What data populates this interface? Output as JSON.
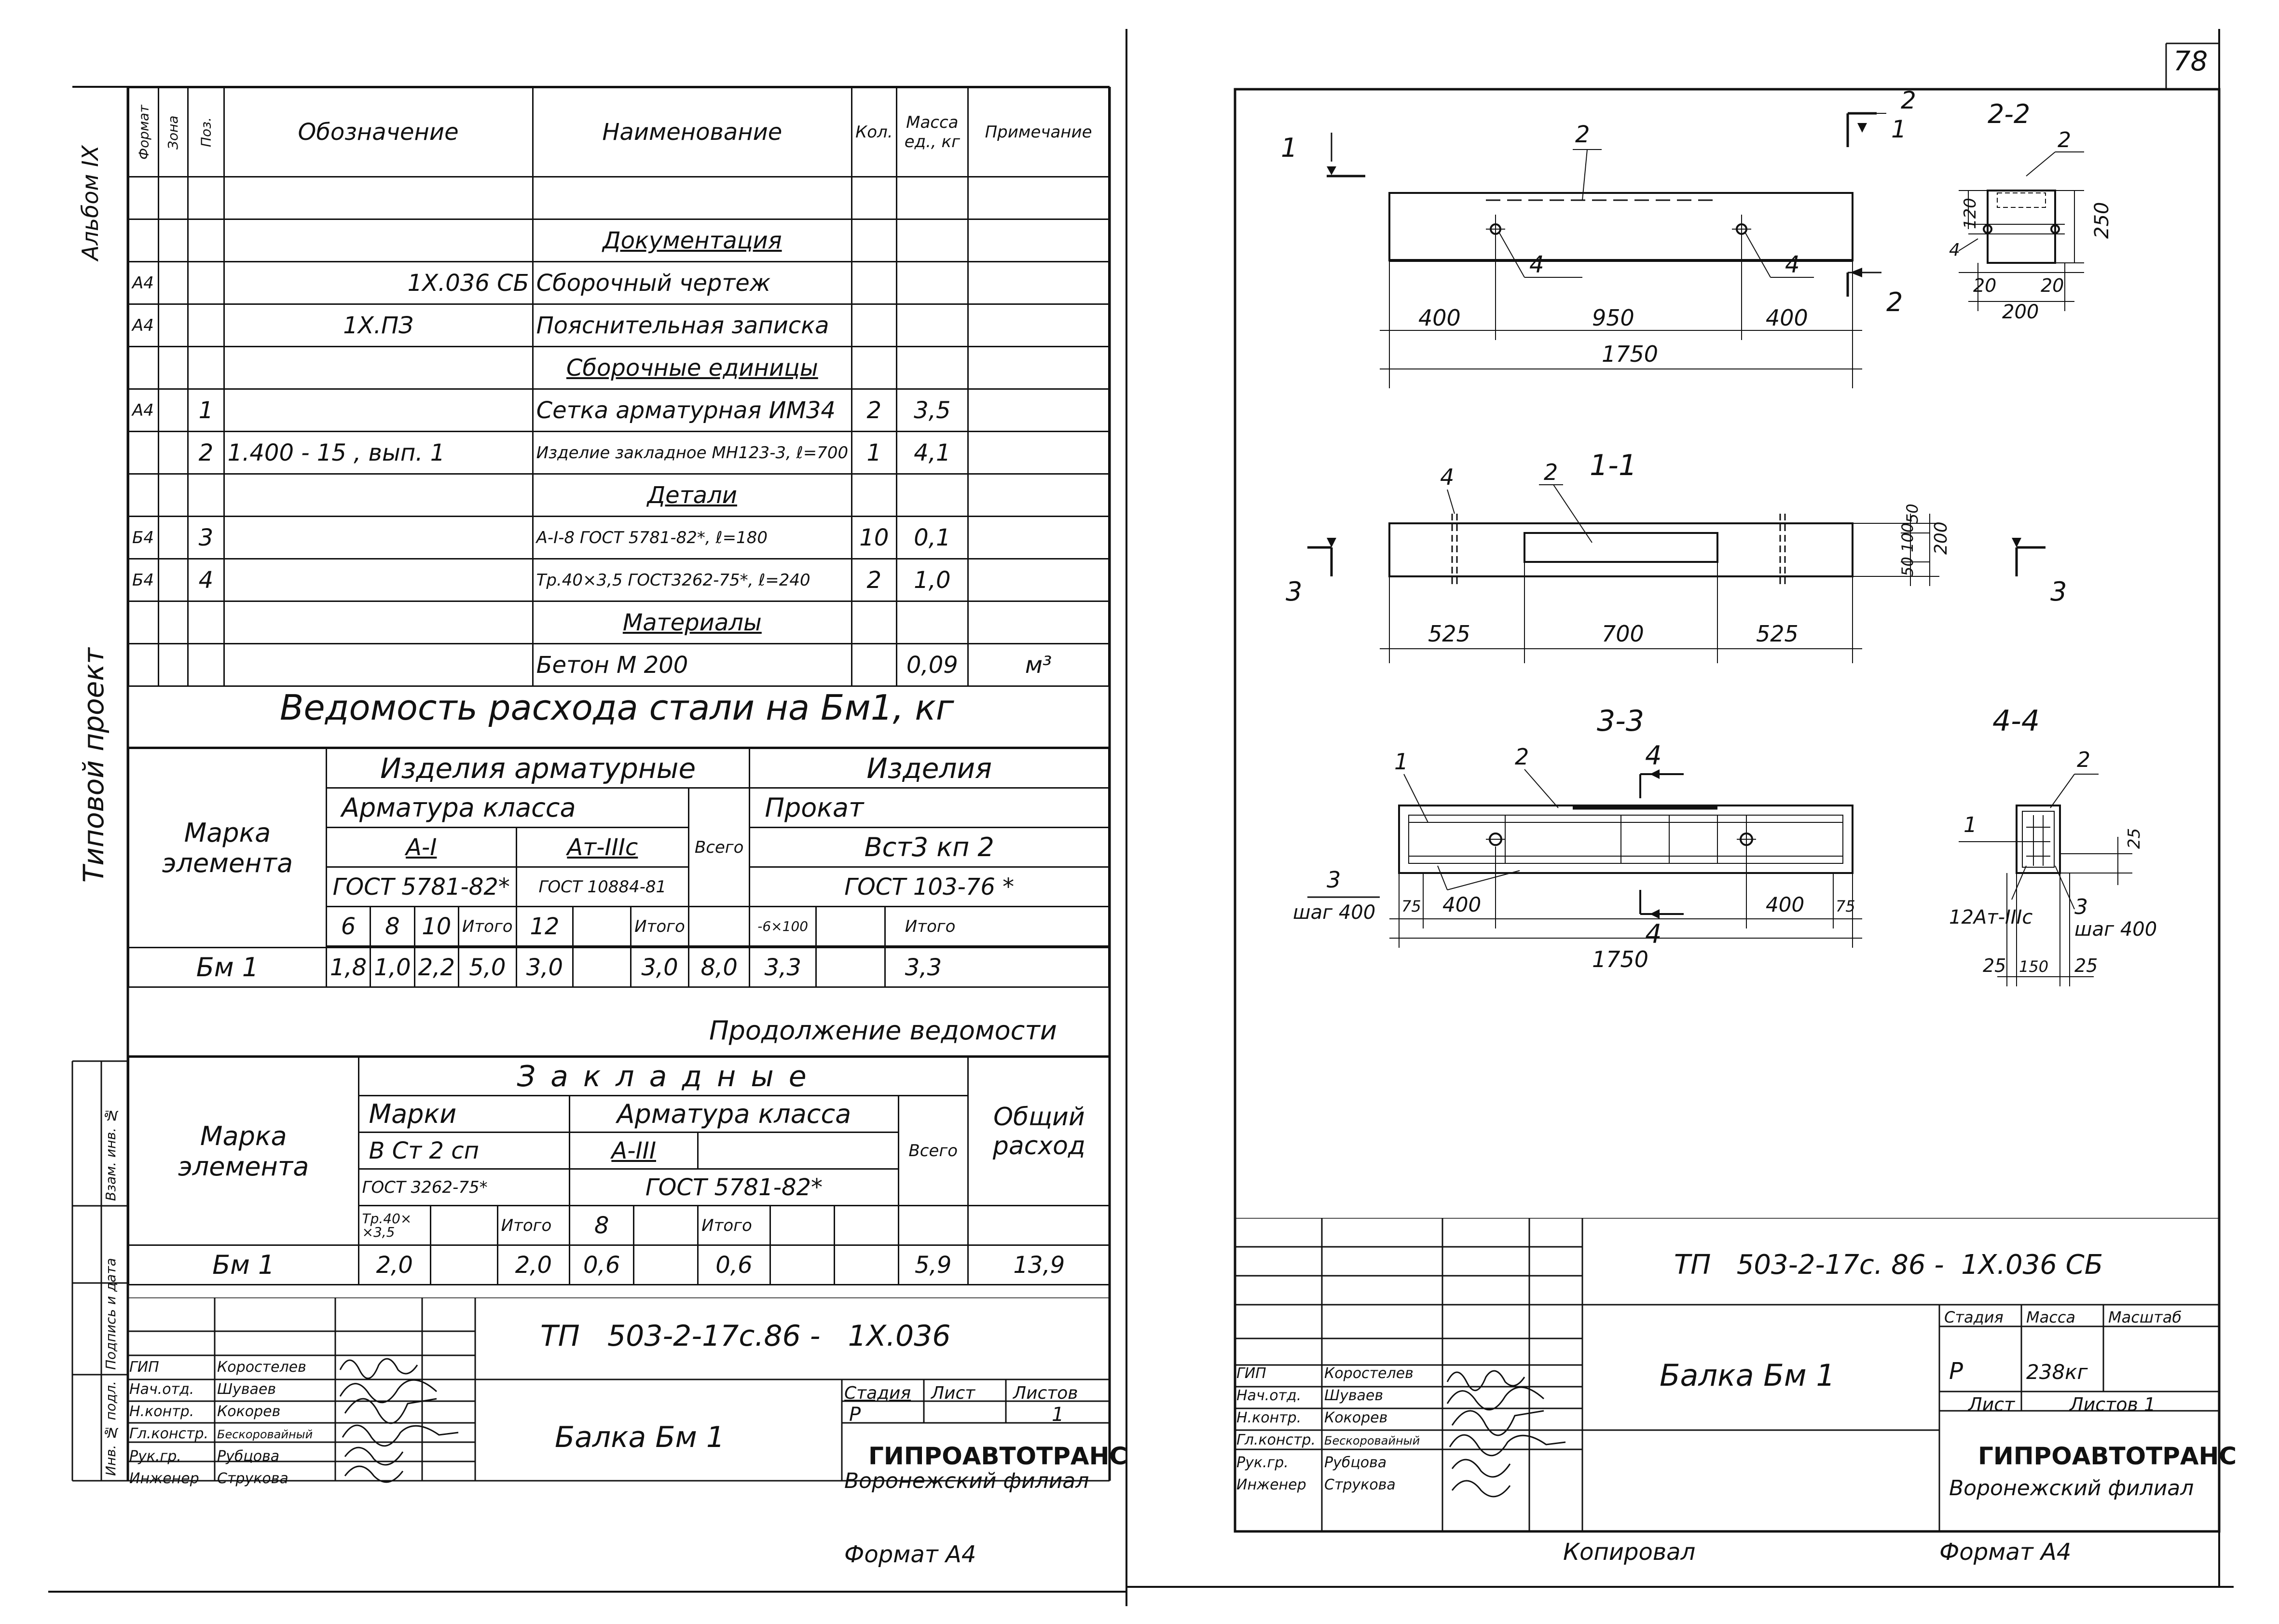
{
  "sheet_number": "78",
  "side_labels": {
    "album": "Альбом IX",
    "project": "Типовой проект",
    "inv_nodl": "Инв. № подл.",
    "signature_date": "Подпись и дата",
    "vzam_inv": "Взам. инв. №"
  },
  "spec": {
    "headers": [
      "Формат",
      "Зона",
      "Поз.",
      "Обозначение",
      "Наименование",
      "Кол.",
      "Масса ед., кг",
      "Примечание"
    ],
    "rows": [
      {
        "fmt": "",
        "zone": "",
        "pos": "",
        "designation": "",
        "name": "",
        "qty": "",
        "mass": "",
        "note": ""
      },
      {
        "fmt": "",
        "zone": "",
        "pos": "",
        "designation": "",
        "name": "Документация",
        "qty": "",
        "mass": "",
        "note": ""
      },
      {
        "fmt": "А4",
        "zone": "",
        "pos": "",
        "designation": "1Х.036 СБ",
        "name": "Сборочный чертеж",
        "qty": "",
        "mass": "",
        "note": ""
      },
      {
        "fmt": "А4",
        "zone": "",
        "pos": "",
        "designation": "1Х.ПЗ",
        "name": "Пояснительная записка",
        "qty": "",
        "mass": "",
        "note": ""
      },
      {
        "fmt": "",
        "zone": "",
        "pos": "",
        "designation": "",
        "name": "Сборочные единицы",
        "qty": "",
        "mass": "",
        "note": ""
      },
      {
        "fmt": "А4",
        "zone": "",
        "pos": "1",
        "designation": "",
        "name": "Сетка арматурная ИМ34",
        "qty": "2",
        "mass": "3,5",
        "note": ""
      },
      {
        "fmt": "",
        "zone": "",
        "pos": "2",
        "designation": "1.400 - 15 , вып. 1",
        "name": "Изделие закладное МН123-3, ℓ=700",
        "qty": "1",
        "mass": "4,1",
        "note": ""
      },
      {
        "fmt": "",
        "zone": "",
        "pos": "",
        "designation": "",
        "name": "Детали",
        "qty": "",
        "mass": "",
        "note": ""
      },
      {
        "fmt": "Б4",
        "zone": "",
        "pos": "3",
        "designation": "",
        "name": "А-I-8 ГОСТ 5781-82*, ℓ=180",
        "qty": "10",
        "mass": "0,1",
        "note": ""
      },
      {
        "fmt": "Б4",
        "zone": "",
        "pos": "4",
        "designation": "",
        "name": "Тр.40×3,5 ГОСТ3262-75*, ℓ=240",
        "qty": "2",
        "mass": "1,0",
        "note": ""
      },
      {
        "fmt": "",
        "zone": "",
        "pos": "",
        "designation": "",
        "name": "Материалы",
        "qty": "",
        "mass": "",
        "note": ""
      },
      {
        "fmt": "",
        "zone": "",
        "pos": "",
        "designation": "",
        "name": "Бетон М 200",
        "qty": "",
        "mass": "0,09",
        "note": "м³"
      }
    ]
  },
  "steel": {
    "title": "Ведомость расхода стали на Бм1, кг",
    "marka": "Марка элемента",
    "group_reinf": "Изделия арматурные",
    "group_prod": "Изделия",
    "armatura_klassa": "Арматура класса",
    "prokat": "Прокат",
    "class_a1": "А-I",
    "class_at3": "Ат-IIIс",
    "vsego": "Всего",
    "steel_grade": "Вст3 кп 2",
    "gost_a1": "ГОСТ 5781-82*",
    "gost_at": "ГОСТ 10884-81",
    "gost_prokat": "ГОСТ 103-76 *",
    "cols": [
      "6",
      "8",
      "10",
      "Итого",
      "12",
      "",
      "Итого",
      "",
      "-6×100",
      "",
      "Итого"
    ],
    "element": "Бм 1",
    "values": [
      "1,8",
      "1,0",
      "2,2",
      "5,0",
      "3,0",
      "",
      "3,0",
      "8,0",
      "3,3",
      "",
      "3,3"
    ]
  },
  "continuation": "Продолжение ведомости",
  "embedded": {
    "title": "З а к л а д н ы е",
    "marka": "Марка элемента",
    "marki": "Марки",
    "armatura_klassa": "Арматура класса",
    "steel_grade": "В Ст 2 сп",
    "class_a3": "А-III",
    "vsego": "Всего",
    "total": "Общий расход",
    "gost_1": "ГОСТ 3262-75*",
    "gost_2": "ГОСТ 5781-82*",
    "cols": [
      "Тр.40× ×3,5",
      "",
      "Итого",
      "8",
      "",
      "Итого",
      "",
      ""
    ],
    "element": "Бм 1",
    "values": [
      "2,0",
      "",
      "2,0",
      "0,6",
      "",
      "0,6",
      "",
      "",
      "5,9",
      "13,9"
    ]
  },
  "stamp_left": {
    "code": "ТП   503-2-17с.86 -   1Х.036",
    "name": "Балка Бм 1",
    "stage_h": "Стадия",
    "sheet_h": "Лист",
    "sheets_h": "Листов",
    "stage": "Р",
    "sheet": "",
    "sheets": "1",
    "org": "ГИПРОАВТОТРАНС",
    "branch": "Воронежский филиал",
    "people": [
      {
        "role": "ГИП",
        "name": "Коростелев"
      },
      {
        "role": "Нач.отд.",
        "name": "Шуваев"
      },
      {
        "role": "Н.контр.",
        "name": "Кокорев"
      },
      {
        "role": "Гл.констр.",
        "name": "Бескоровайный"
      },
      {
        "role": "Рук.гр.",
        "name": "Рубцова"
      },
      {
        "role": "Инженер",
        "name": "Струкова"
      }
    ],
    "format": "Формат А4"
  },
  "stamp_right": {
    "code": "ТП   503-2-17с. 86 -  1Х.036 СБ",
    "name": "Балка Бм 1",
    "stage_h": "Стадия",
    "mass_h": "Масса",
    "scale_h": "Масштаб",
    "stage": "Р",
    "mass": "238кг",
    "scale": "",
    "sheet_h": "Лист",
    "sheets_h": "Листов 1",
    "org": "ГИПРОАВТОТРАНС",
    "branch": "Воронежский филиал",
    "people": [
      {
        "role": "ГИП",
        "name": "Коростелев"
      },
      {
        "role": "Нач.отд.",
        "name": "Шуваев"
      },
      {
        "role": "Н.контр.",
        "name": "Кокорев"
      },
      {
        "role": "Гл.констр.",
        "name": "Бескоровайный"
      },
      {
        "role": "Рук.гр.",
        "name": "Рубцова"
      },
      {
        "role": "Инженер",
        "name": "Струкова"
      }
    ],
    "copied": "Копировал",
    "format": "Формат А4"
  },
  "drawing": {
    "elev_dims": [
      "400",
      "950",
      "400",
      "1750"
    ],
    "sec11_title": "1-1",
    "sec11_dims": [
      "525",
      "700",
      "525"
    ],
    "sec11_vdims": [
      "50",
      "100",
      "50",
      "200"
    ],
    "sec22_title": "2-2",
    "sec22_dims": [
      "120",
      "250",
      "20",
      "20",
      "200"
    ],
    "sec33_title": "3-3",
    "sec33_dims": [
      "75",
      "400",
      "400",
      "75",
      "1750"
    ],
    "sec44_title": "4-4",
    "sec44_dims": [
      "25",
      "25",
      "150",
      "25"
    ],
    "shag": "шаг 400",
    "bar_12": "12Ат-IIIс",
    "cut1": "1",
    "cut2": "2",
    "cut3": "3",
    "cut4": "4",
    "pos1": "1",
    "pos2": "2",
    "pos3": "3",
    "pos4": "4"
  }
}
